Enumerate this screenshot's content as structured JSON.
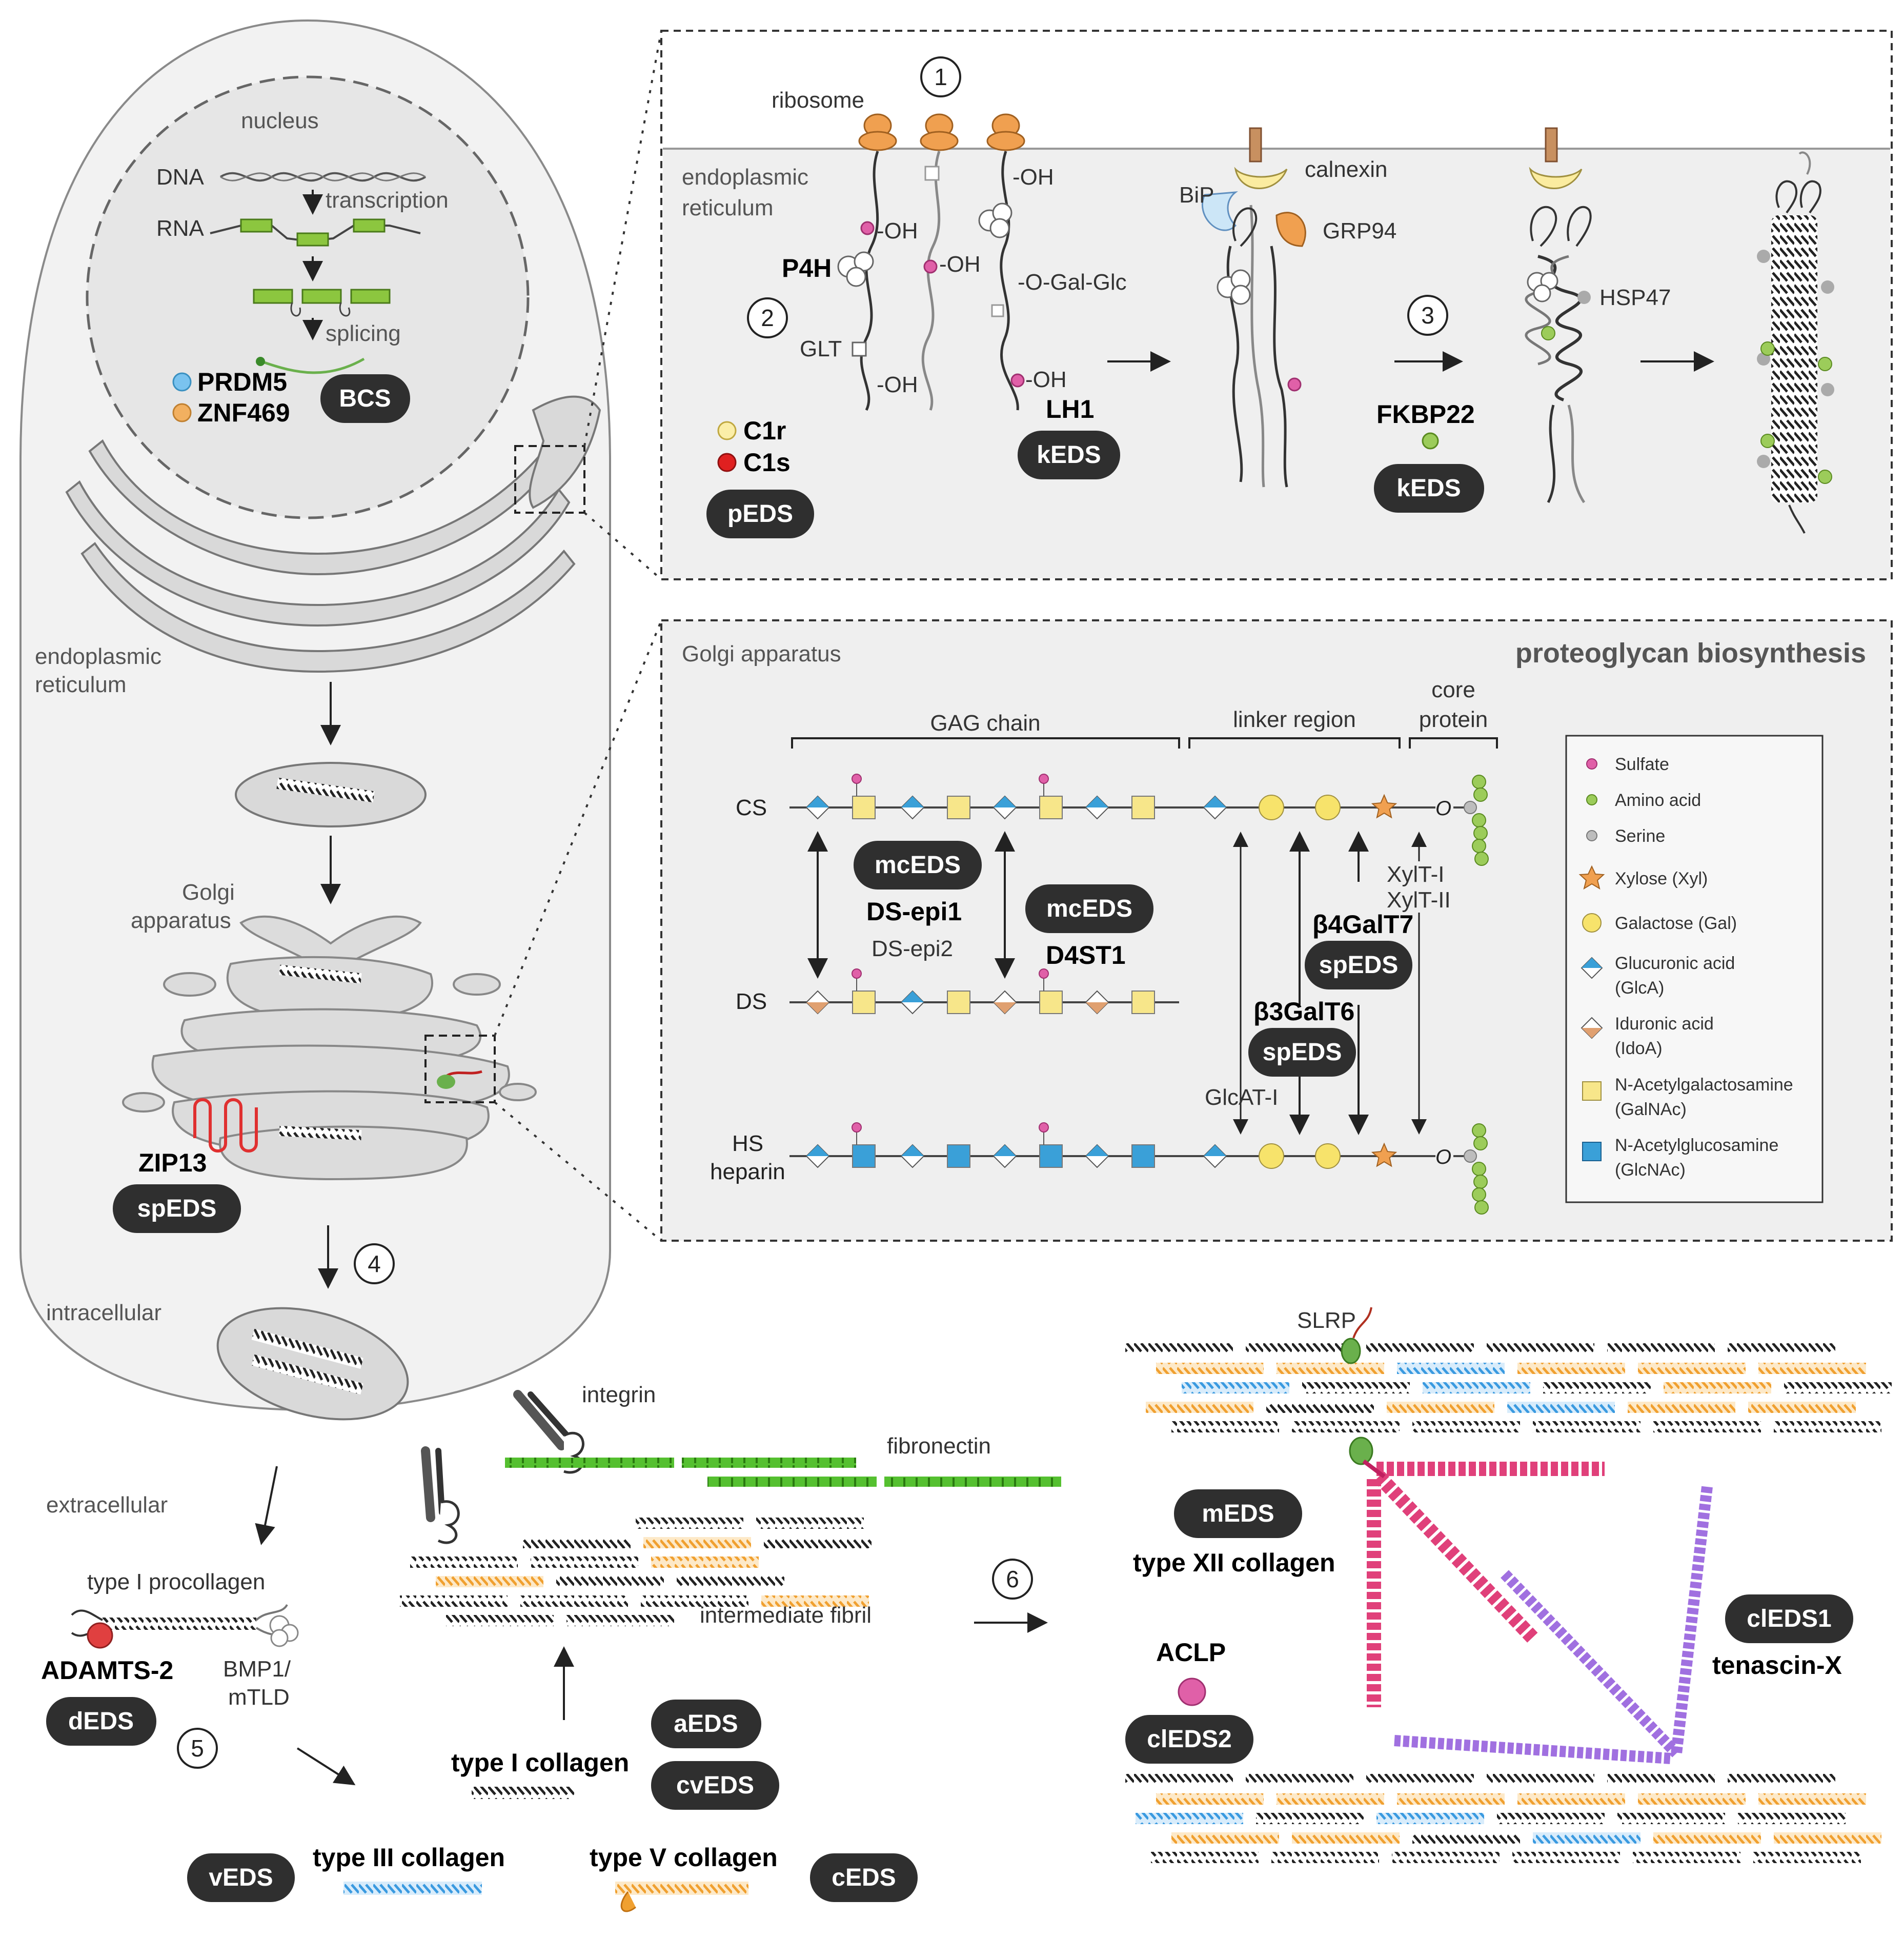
{
  "colors": {
    "pill": "#2f2f2f",
    "er_fill": "#eeeeee",
    "panel_fill": "#efefef",
    "sulfate": "#e060a8",
    "amino_acid": "#9ccc5a",
    "serine": "#bdbdbd",
    "xylose": "#f0a050",
    "galactose": "#f7e36b",
    "glcA": "#3aa0d8",
    "idoA": "#e0a070",
    "galNAc": "#f7e68a",
    "glcNAc": "#3aa0d8",
    "ribosome": "#f0a050",
    "typeIII": "#3a9ae0",
    "typeV": "#f0a030",
    "fibronectin": "#55c030",
    "typeXII": "#e0407a",
    "tenascin": "#a070e0"
  },
  "cell": {
    "nucleus": "nucleus",
    "dna": "DNA",
    "rna": "RNA",
    "transcription": "transcription",
    "splicing": "splicing",
    "prdm5": "PRDM5",
    "znf469": "ZNF469",
    "bcs": "BCS",
    "er_line1": "endoplasmic",
    "er_line2": "reticulum",
    "golgi_line1": "Golgi",
    "golgi_line2": "apparatus",
    "zip13": "ZIP13",
    "spEDS": "spEDS",
    "step4": "4",
    "intracellular": "intracellular",
    "extracellular": "extracellular"
  },
  "er_panel": {
    "step1": "1",
    "step2": "2",
    "step3": "3",
    "ribosome": "ribosome",
    "er_line1": "endoplasmic",
    "er_line2": "reticulum",
    "oh1": "-OH",
    "oh2": "-OH",
    "oh3": "-OH",
    "oh4": "-OH",
    "oh5": "-OH",
    "ogalglc": "-O-Gal-Glc",
    "p4h": "P4H",
    "glt": "GLT",
    "lh1": "LH1",
    "keds1": "kEDS",
    "c1r": "C1r",
    "c1s": "C1s",
    "peds": "pEDS",
    "bip": "BiP",
    "calnexin": "calnexin",
    "grp94": "GRP94",
    "fkbp22": "FKBP22",
    "keds2": "kEDS",
    "hsp47": "HSP47"
  },
  "golgi_panel": {
    "title": "Golgi apparatus",
    "heading": "proteoglycan biosynthesis",
    "gag_chain": "GAG chain",
    "linker": "linker region",
    "core1": "core",
    "core2": "protein",
    "cs": "CS",
    "ds": "DS",
    "hs1": "HS",
    "hs2": "heparin",
    "mceds1": "mcEDS",
    "mceds2": "mcEDS",
    "dsepi1": "DS-epi1",
    "dsepi2": "DS-epi2",
    "d4st1": "D4ST1",
    "b4galt7": "β4GalT7",
    "b3galt6": "β3GalT6",
    "speds1": "spEDS",
    "speds2": "spEDS",
    "xylt1": "XylT-I",
    "xylt2": "XylT-II",
    "glcat": "GlcAT-I",
    "o1": "O",
    "o2": "O",
    "legend": {
      "sulfate": "Sulfate",
      "amino": "Amino acid",
      "serine": "Serine",
      "xylose": "Xylose (Xyl)",
      "galactose": "Galactose (Gal)",
      "glca1": "Glucuronic acid",
      "glca2": "(GlcA)",
      "idoa1": "Iduronic acid",
      "idoa2": "(IdoA)",
      "galnac1": "N-Acetylgalactosamine",
      "galnac2": "(GalNAc)",
      "glcnac1": "N-Acetylglucosamine",
      "glcnac2": "(GlcNAc)"
    }
  },
  "bottom": {
    "integrin": "integrin",
    "fibronectin": "fibronectin",
    "intermediate": "intermediate fibril",
    "procollagen": "type I procollagen",
    "adamts2": "ADAMTS-2",
    "deds": "dEDS",
    "bmp1a": "BMP1/",
    "bmp1b": "mTLD",
    "step5": "5",
    "step6": "6",
    "typeI": "type I collagen",
    "aeds": "aEDS",
    "cveds": "cvEDS",
    "veds": "vEDS",
    "typeIII": "type III collagen",
    "typeV": "type V collagen",
    "ceds": "cEDS",
    "slrp": "SLRP",
    "meds": "mEDS",
    "typeXII": "type XII collagen",
    "acl": "ACLP",
    "cleds2": "clEDS2",
    "cleds1": "clEDS1",
    "tenascin": "tenascin-X"
  }
}
